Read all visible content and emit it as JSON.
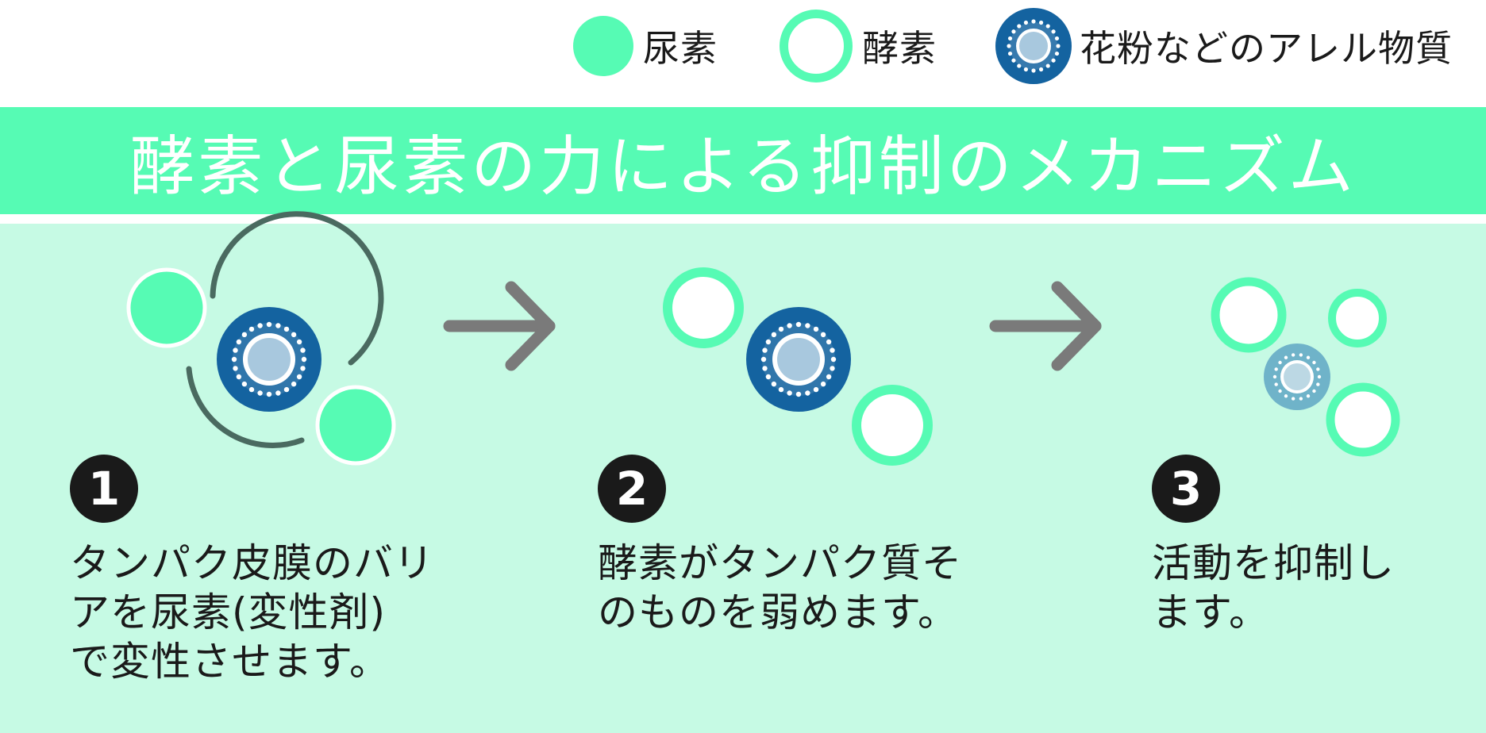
{
  "legend": {
    "urea_label": "尿素",
    "enzyme_label": "酵素",
    "allergen_label": "花粉などのアレル物質"
  },
  "title": "酵素と尿素の力による抑制のメカニズム",
  "steps": [
    {
      "number": "1",
      "text": "タンパク皮膜のバリ\nアを尿素(変性剤)\nで変性させます。"
    },
    {
      "number": "2",
      "text": "酵素がタンパク質そ\nのものを弱めます。"
    },
    {
      "number": "3",
      "text": "活動を抑制し\nます。"
    }
  ],
  "colors": {
    "urea": "#56fbb4",
    "enzyme_ring": "#56fbb4",
    "allergen_outer": "#1463a0",
    "allergen_faded": "#6fb3c9",
    "arrow": "#7a7a7a",
    "barrier_arc": "#4a6a60",
    "panel_bg": "#c6fae4",
    "title_bg": "#56fbb4"
  }
}
